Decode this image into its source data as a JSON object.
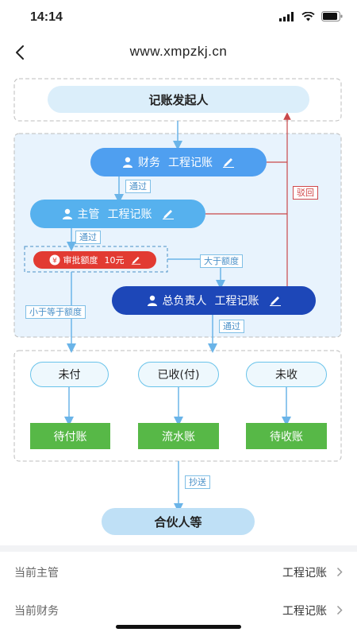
{
  "status": {
    "time": "14:14"
  },
  "nav": {
    "title": "www.xmpzkj.cn"
  },
  "flow": {
    "initiator": "记账发起人",
    "finance": {
      "role": "财务",
      "approver": "工程记账"
    },
    "supervisor": {
      "role": "主管",
      "approver": "工程记账"
    },
    "approval_limit": {
      "label": "审批额度",
      "amount": "10元"
    },
    "chief": {
      "role": "总负责人",
      "approver": "工程记账"
    },
    "tags": {
      "pass1": "通过",
      "pass2": "通过",
      "pass3": "通过",
      "reject": "驳回",
      "above": "大于额度",
      "below": "小于等于额度",
      "cc": "抄送"
    },
    "states": [
      "未付",
      "已收(付)",
      "未收"
    ],
    "accounts": [
      "待付账",
      "流水账",
      "待收账"
    ],
    "partner": "合伙人等"
  },
  "settings": [
    {
      "label": "当前主管",
      "value": "工程记账"
    },
    {
      "label": "当前财务",
      "value": "工程记账"
    }
  ],
  "colors": {
    "finance_blue": "#4f9ff0",
    "supervisor_blue": "#56b1ee",
    "chief_navy": "#1d47b8",
    "limit_red": "#e23b32",
    "account_green": "#57b847",
    "reject_red": "#c9484a"
  }
}
